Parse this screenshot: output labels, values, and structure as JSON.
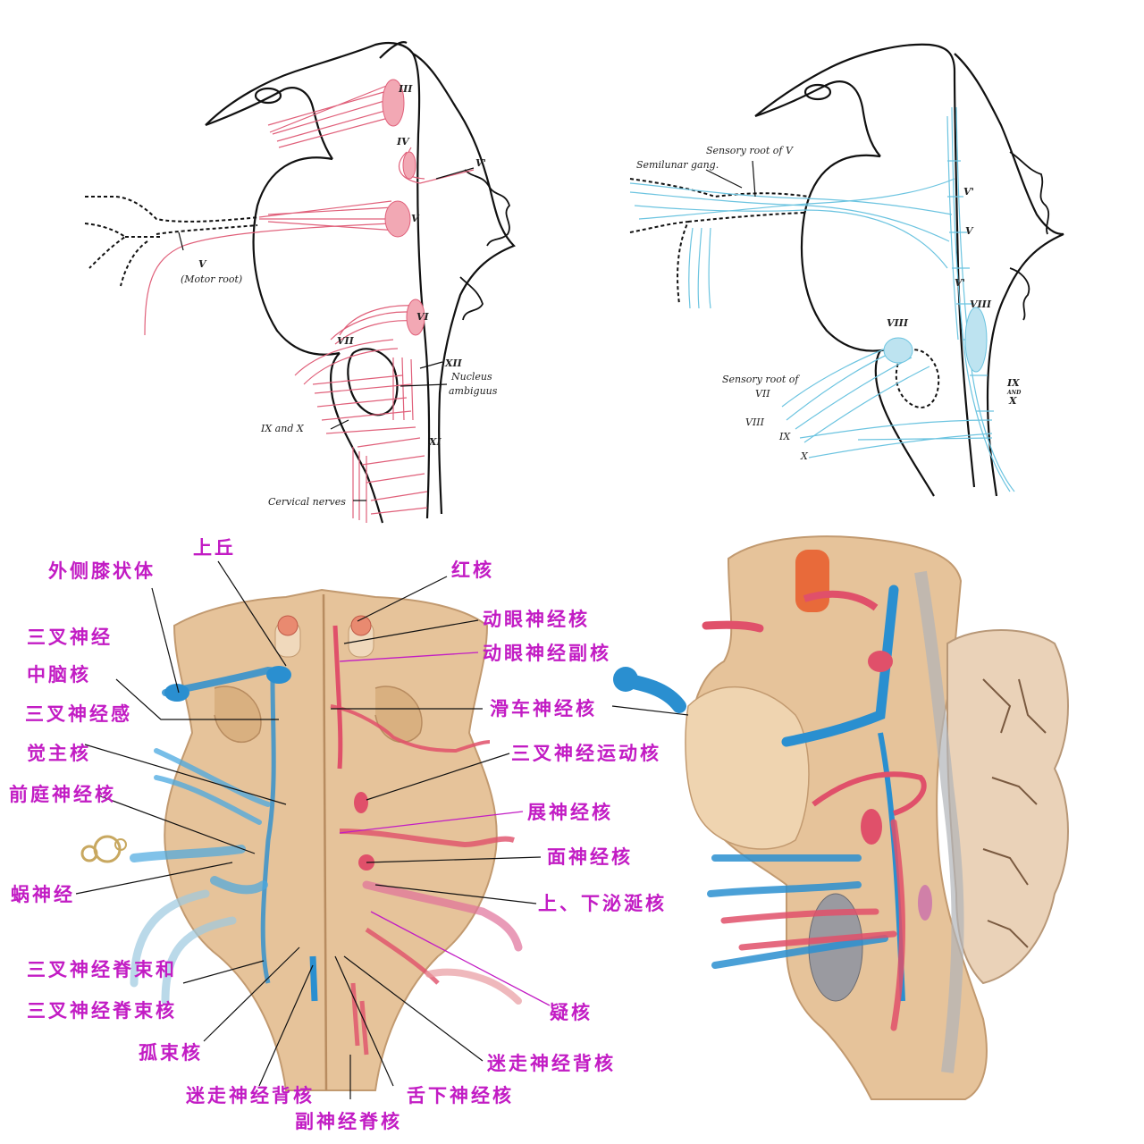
{
  "panel_tl": {
    "roman": {
      "iii": "III",
      "iv": "IV",
      "v_prime": "V'",
      "v": "V",
      "vi": "VI",
      "vii": "VII",
      "xii": "XII",
      "xi": "XI"
    },
    "motor_root_v": "V",
    "motor_root": "(Motor root)",
    "nucleus": "Nucleus",
    "ambiguus": "ambiguus",
    "ix_and_x": "IX and X",
    "cervical": "Cervical nerves"
  },
  "panel_tr": {
    "sensory_root_v": "Sensory root of V",
    "semilunar": "Semilunar gang.",
    "v_prime_a": "V'",
    "v": "V",
    "v_prime_b": "V'",
    "viii_a": "VIII",
    "viii_b": "VIII",
    "sensory_root_of": "Sensory root of",
    "vii": "VII",
    "viii": "VIII",
    "ix": "IX",
    "x": "X",
    "ix_x_ix": "IX",
    "ix_x_and": "AND",
    "ix_x_x": "X"
  },
  "labels_cn": {
    "shangqiu": "上丘",
    "waice": "外侧膝状体",
    "honghe": "红核",
    "sancha": "三叉神经",
    "dongyan": "动眼神经核",
    "dongyan_fu": "动眼神经副核",
    "zhongnao": "中脑核",
    "huache": "滑车神经核",
    "sancha_gan": "三叉神经感",
    "jue_zhu": "觉主核",
    "sancha_yundong": "三叉神经运动核",
    "qianting": "前庭神经核",
    "zhan": "展神经核",
    "mian": "面神经核",
    "wo": "蜗神经",
    "mixie": "上、下泌涎核",
    "jishu_he": "三叉神经脊束和",
    "jishu_he2": "三叉神经脊束核",
    "yi": "疑核",
    "gushu": "孤束核",
    "mizou_right": "迷走神经背核",
    "mizou_bottom": "迷走神经背核",
    "shexia": "舌下神经核",
    "fu": "副神经脊核"
  },
  "colors": {
    "label": "#c21cc4",
    "motor": "#e0607a",
    "sensory": "#6cc4e0",
    "tissue": "#e8c8a0",
    "blue_nerve": "#2a8fd0",
    "red_nerve": "#e0506a"
  }
}
